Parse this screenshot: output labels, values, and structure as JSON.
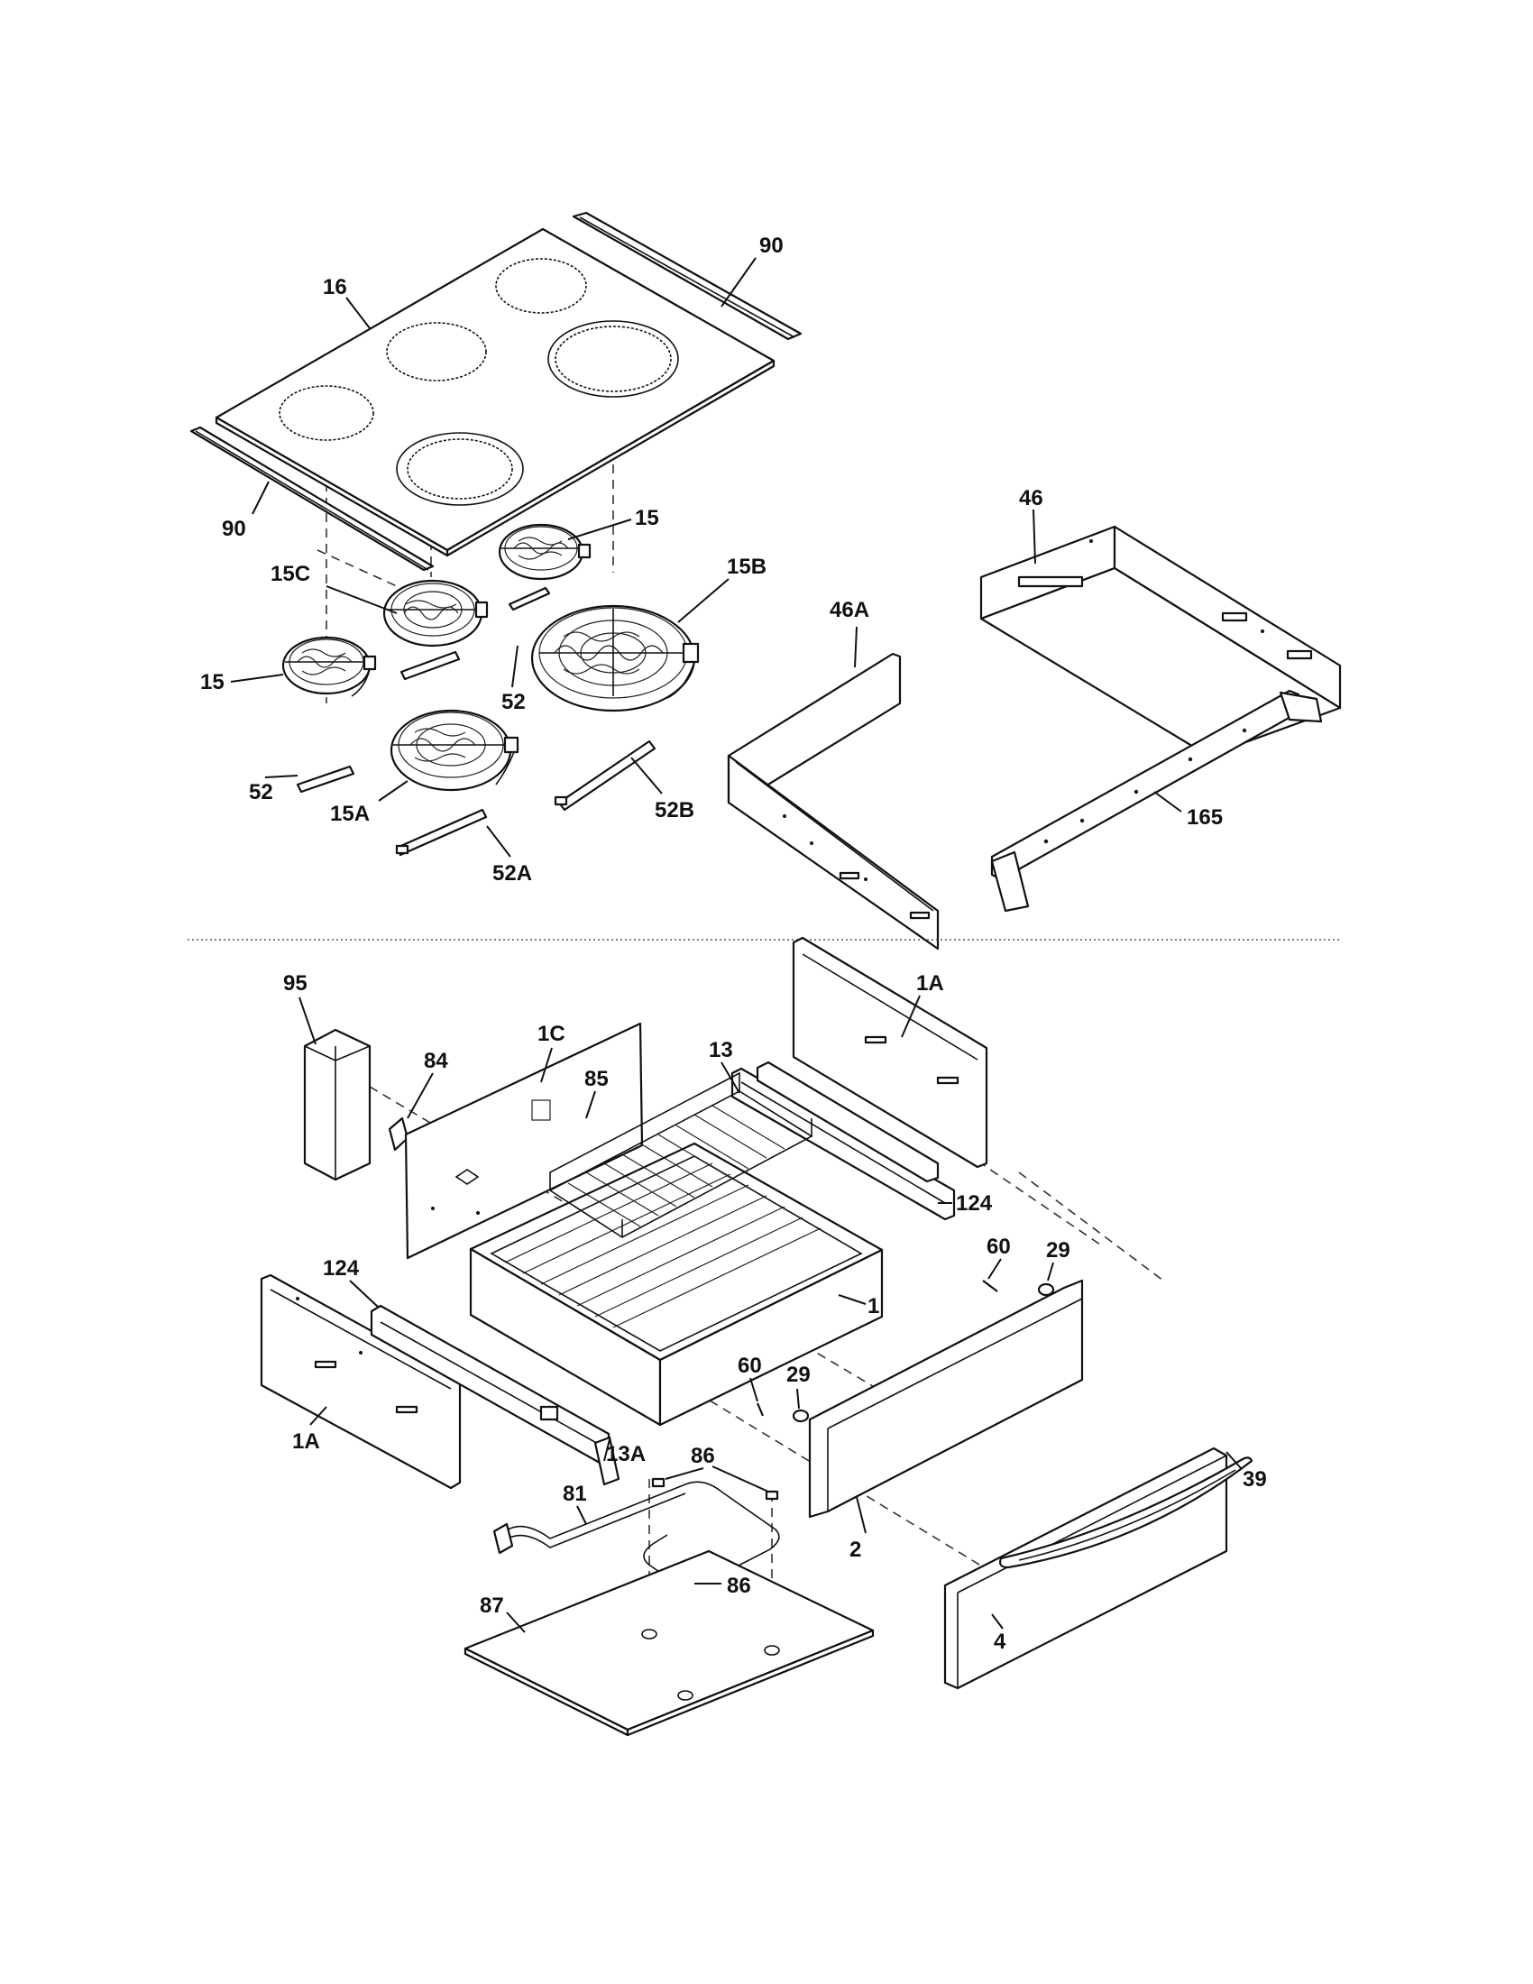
{
  "callouts": {
    "c16": "16",
    "c90a": "90",
    "c90b": "90",
    "c15a": "15",
    "c15b": "15",
    "c15C": "15C",
    "c15B": "15B",
    "c15A": "15A",
    "c52a": "52",
    "c52b": "52",
    "c52A": "52A",
    "c52B": "52B",
    "c46": "46",
    "c46A": "46A",
    "c165": "165",
    "c95": "95",
    "c84": "84",
    "c1C": "1C",
    "c85": "85",
    "c13": "13",
    "c1Aa": "1A",
    "c1Ab": "1A",
    "c124a": "124",
    "c124b": "124",
    "c60a": "60",
    "c60b": "60",
    "c29a": "29",
    "c29b": "29",
    "c1": "1",
    "c13A": "13A",
    "c86a": "86",
    "c86b": "86",
    "c81": "81",
    "c87": "87",
    "c2": "2",
    "c4": "4",
    "c39": "39"
  }
}
